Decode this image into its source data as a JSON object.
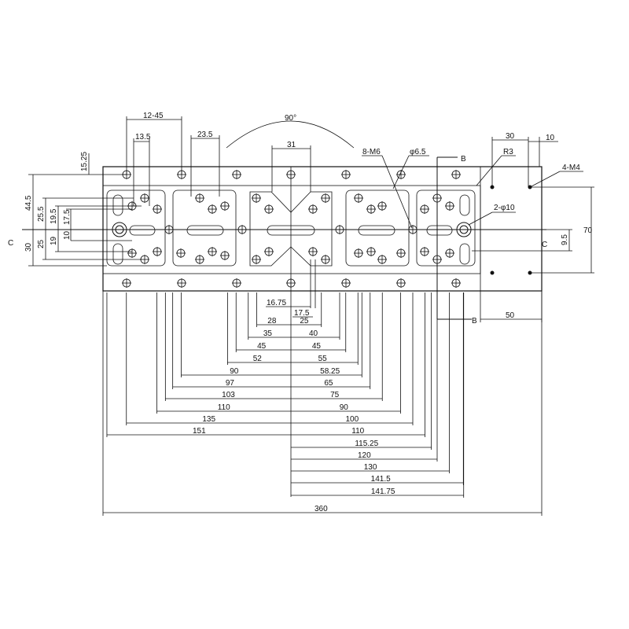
{
  "drawing": {
    "top_dims": [
      "12-45",
      "13.5",
      "23.5",
      "90°",
      "31",
      "8-M6",
      "φ6.5"
    ],
    "left_dims": [
      "15.25",
      "44.5",
      "25.5",
      "19.5",
      "17.5",
      "10",
      "19",
      "25",
      "30"
    ],
    "right_dims": [
      "30",
      "10",
      "R3",
      "4-M4",
      "2-φ10",
      "9.5",
      "70",
      "50"
    ],
    "section_labels": {
      "c": "C",
      "b": "B"
    },
    "inner_dims": [
      "16.75",
      "17.5"
    ],
    "left_chain": [
      "28",
      "35",
      "45",
      "52",
      "90",
      "97",
      "103",
      "110",
      "135",
      "151"
    ],
    "right_chain": [
      "25",
      "40",
      "45",
      "55",
      "58.25",
      "65",
      "75",
      "90",
      "100",
      "110",
      "115.25",
      "120",
      "130",
      "141.5",
      "141.75"
    ],
    "overall": "360"
  }
}
